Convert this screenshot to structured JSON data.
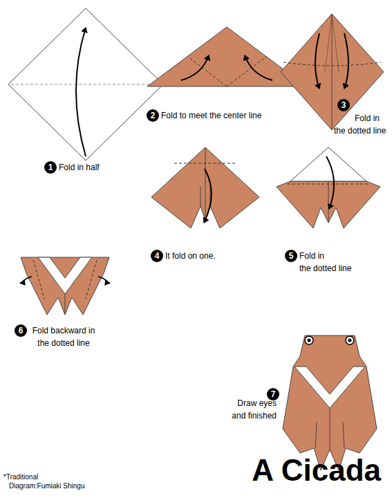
{
  "diagram": {
    "title": "A Cicada",
    "nodes": [
      {
        "text": [
          "1",
          "Fold in half"
        ]
      },
      {
        "text": [
          "2",
          "Fold to meet the center line"
        ]
      },
      {
        "text": [
          "3",
          "Fold in the dotted line"
        ]
      },
      {
        "text": [
          "4",
          "It fold on one."
        ]
      },
      {
        "text": [
          "5",
          "Fold in the dotted line"
        ]
      },
      {
        "text": [
          "6",
          "Fold backward in the dotted line"
        ]
      },
      {
        "text": [
          "7",
          "Draw eyes and finished"
        ]
      }
    ],
    "labels": [
      "*Traditional",
      "Diagram:Fumiaki Shingu"
    ]
  }
}
